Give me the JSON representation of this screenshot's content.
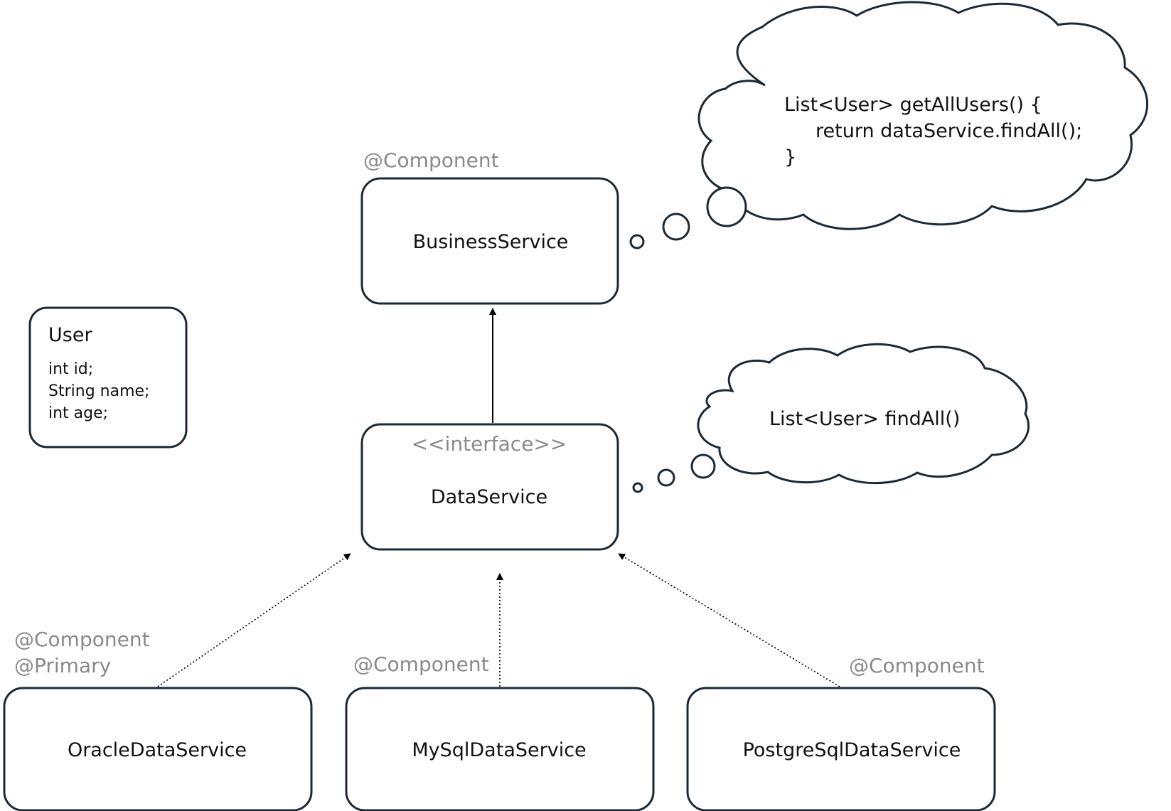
{
  "diagram": {
    "business": {
      "annotation": "@Component",
      "label": "BusinessService"
    },
    "user": {
      "title": "User",
      "fields": [
        "int id;",
        "String name;",
        "int age;"
      ]
    },
    "data_service": {
      "stereotype": "<<interface>>",
      "label": "DataService"
    },
    "oracle": {
      "annotations": [
        "@Component",
        "@Primary"
      ],
      "label": "OracleDataService"
    },
    "mysql": {
      "annotation": "@Component",
      "label": "MySqlDataService"
    },
    "postgres": {
      "annotation": "@Component",
      "label": "PostgreSqlDataService"
    },
    "business_thought": {
      "lines": [
        "List<User>  getAllUsers() {",
        "return dataService.findAll();",
        "}"
      ]
    },
    "data_thought": {
      "text": "List<User>  findAll()"
    }
  },
  "colors": {
    "box_stroke": "#1b2a36",
    "annotation_text": "#8a8a8a",
    "text": "#111111"
  }
}
